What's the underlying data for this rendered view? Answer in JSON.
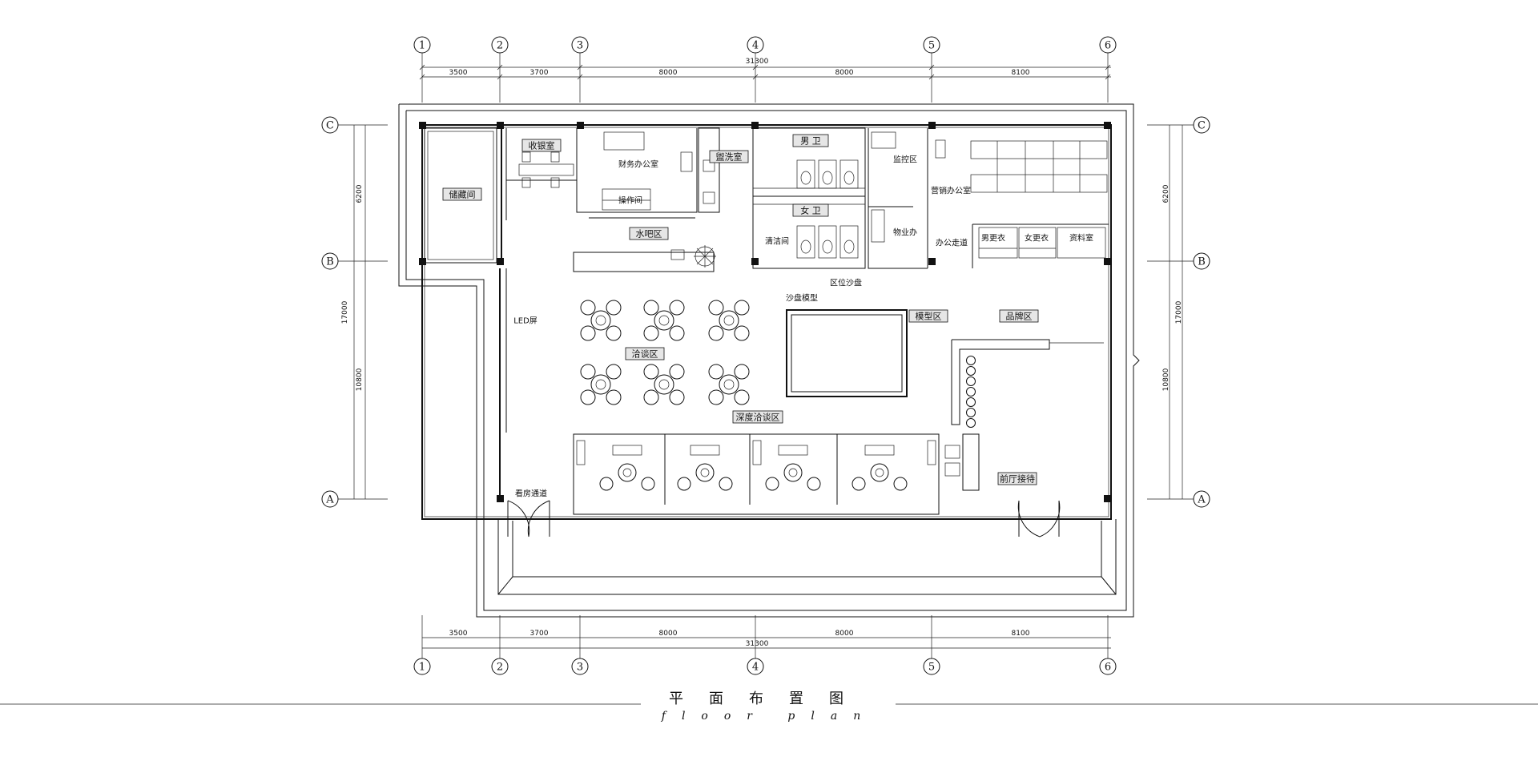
{
  "axes": {
    "columns": [
      "1",
      "2",
      "3",
      "4",
      "5",
      "6"
    ],
    "rows": [
      "C",
      "B",
      "A"
    ]
  },
  "dimensions": {
    "total_width": "31300",
    "column_spacings": [
      "3500",
      "3700",
      "8000",
      "8000",
      "8100"
    ],
    "total_depth": "17000",
    "row_spacings": [
      "6200",
      "10800"
    ]
  },
  "rooms": {
    "storage": "储藏间",
    "cashier": "收银室",
    "finance_office": "财务办公室",
    "operation_room": "操作间",
    "washroom": "盥洗室",
    "mens_toilet": "男 卫",
    "womens_toilet": "女 卫",
    "cleaning_room": "清洁间",
    "monitor_area": "监控区",
    "property_office": "物业办",
    "office_corridor": "办公走道",
    "sales_office": "营销办公室",
    "mens_locker": "男更衣",
    "womens_locker": "女更衣",
    "archive_room": "资料室",
    "water_bar": "水吧区",
    "location_sandtable": "区位沙盘",
    "sandtable_model": "沙盘模型",
    "model_area": "模型区",
    "brand_area": "品牌区",
    "led_screen": "LED屏",
    "negotiation_area": "洽谈区",
    "deep_negotiation_area": "深度洽谈区",
    "viewing_passage": "看房通道",
    "front_reception": "前厅接待"
  },
  "title": {
    "chinese": "平面布置图",
    "english": "floor plan"
  }
}
